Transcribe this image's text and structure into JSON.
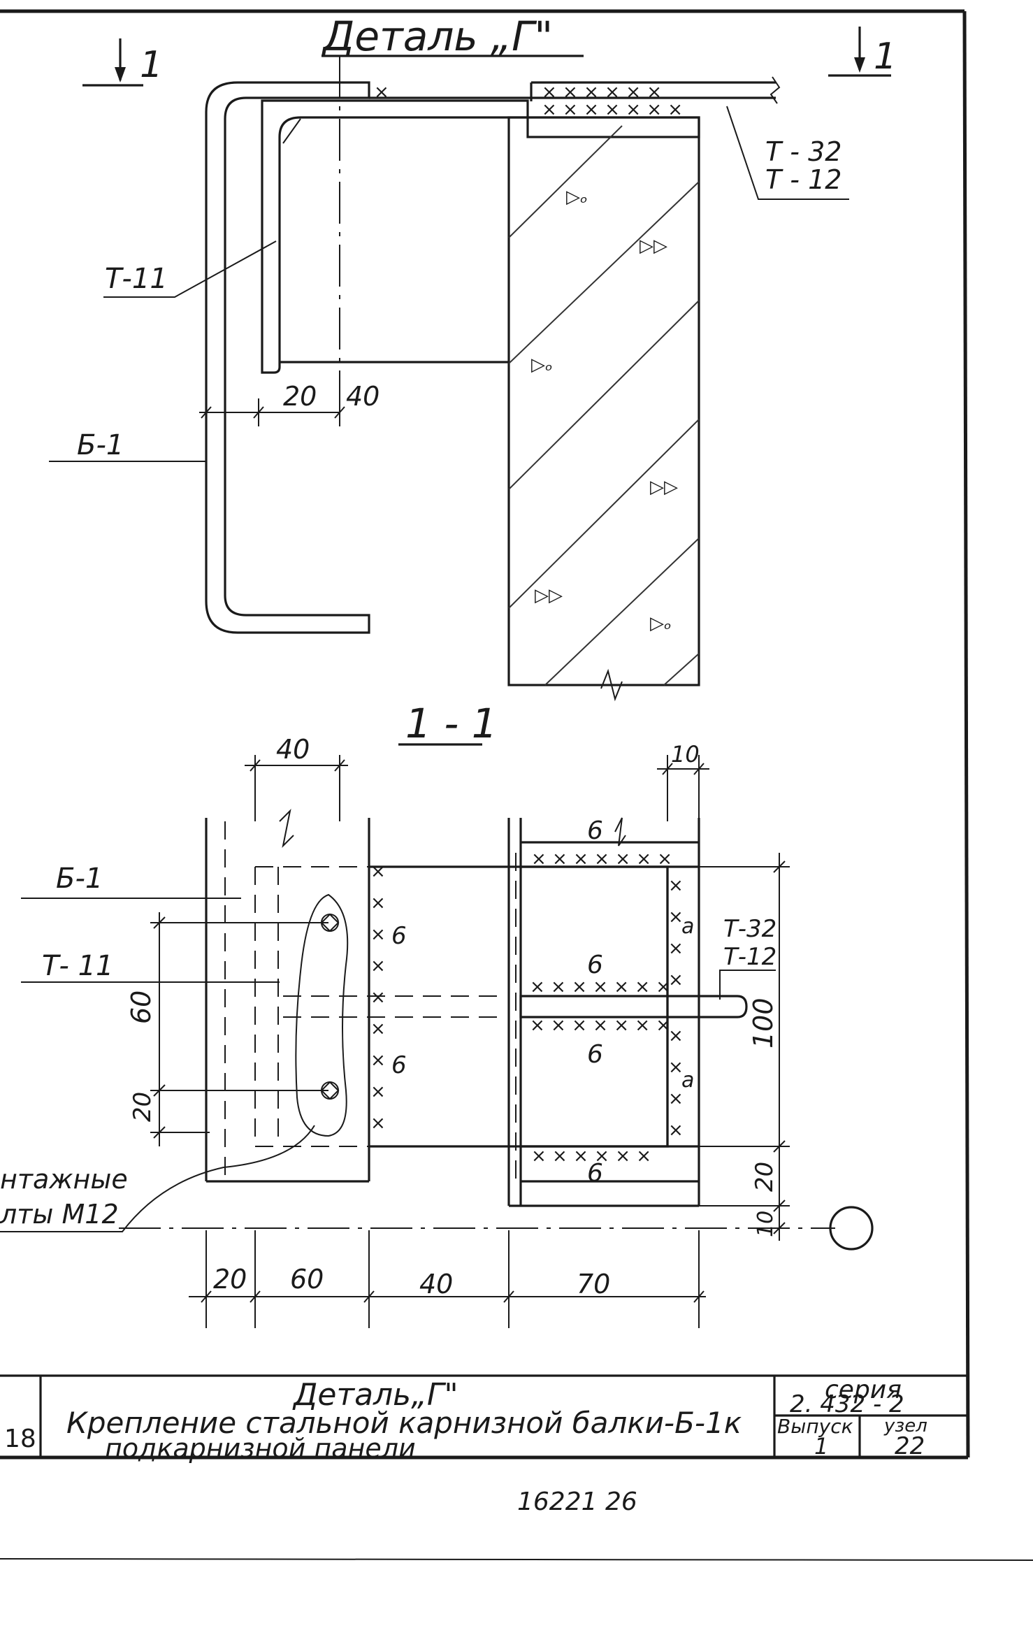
{
  "detail": {
    "title": "Деталь „Г\"",
    "section_marker_left": "1",
    "section_marker_right": "1",
    "labels": {
      "t32": "Т - 32",
      "t12": "Т - 12",
      "t11": "Т-11",
      "b1": "Б-1"
    },
    "dims": {
      "d20": "20",
      "d40": "40"
    }
  },
  "section": {
    "title": "1 - 1",
    "labels": {
      "b1": "Б-1",
      "t11": "Т- 11",
      "t32": "Т-32",
      "t12": "Т-12",
      "bolts_line1": "нтажные",
      "bolts_line2": "лты М12"
    },
    "dims": {
      "top40": "40",
      "top10": "10",
      "v60": "60",
      "v20": "20",
      "v100": "100",
      "v20r": "20",
      "v10r": "10",
      "b20": "20",
      "b60": "60",
      "b40": "40",
      "b70": "70"
    },
    "weld_sizes": {
      "w_top": "6",
      "w_mid_top": "6",
      "w_mid_bot": "6",
      "w_bot": "6",
      "w_left_top": "6",
      "w_left_bot": "6",
      "w_a1": "a",
      "w_a2": "a"
    }
  },
  "title_block": {
    "line1": "Деталь„Г\"",
    "line2": "Крепление стальной карнизной балки-Б-1к",
    "line3": "подкарнизной панели",
    "series_label": "серия",
    "series_value": "2. 432 - 2",
    "issue_label": "Выпуск",
    "issue_value": "1",
    "node_label": "узел",
    "node_value": "22",
    "left_fragment": "18",
    "sheet_number": "16221  26"
  }
}
